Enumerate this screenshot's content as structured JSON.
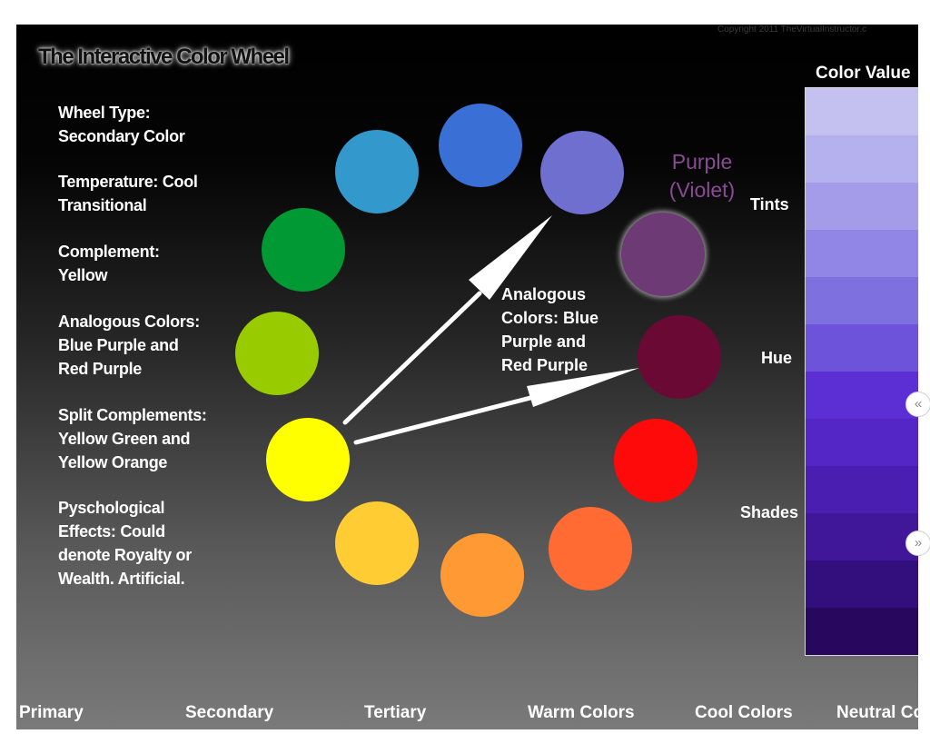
{
  "copyright": "Copyright 2011 TheVirtualInstructor.c",
  "title": "The Interactive Color Wheel",
  "info": {
    "wheel_type": [
      "Wheel Type:",
      "Secondary Color"
    ],
    "temperature": [
      "Temperature: Cool",
      "Transitional"
    ],
    "complement": [
      "Complement:",
      "Yellow"
    ],
    "analogous": [
      "Analogous Colors:",
      "Blue Purple and",
      "Red Purple"
    ],
    "split": [
      "Split Complements:",
      "Yellow Green and",
      "Yellow Orange"
    ],
    "psych": [
      "Pyschological",
      "Effects: Could",
      "denote Royalty or",
      "Wealth.  Artificial."
    ]
  },
  "wheel": {
    "colors": {
      "blue": "#3a6fd6",
      "blue_purple": "#6f6fd0",
      "purple": "#6e3a75",
      "red_purple": "#6a0a34",
      "red": "#ff0a0a",
      "red_orange": "#ff6b33",
      "orange": "#ff9933",
      "yellow_orange": "#ffcc33",
      "yellow": "#ffff00",
      "yellow_green": "#99cc00",
      "green": "#009933",
      "blue_green": "#3399cc"
    },
    "selected_label": [
      "Purple",
      "(Violet)"
    ],
    "analogous_label": [
      "Analogous",
      "Colors: Blue",
      "Purple and",
      "Red Purple"
    ]
  },
  "color_value": {
    "title": "Color Value",
    "tints": "Tints",
    "hue": "Hue",
    "shades": "Shades",
    "swatches": [
      "#c4c0ef",
      "#b5b0ee",
      "#a49ce9",
      "#9186e6",
      "#7f70e0",
      "#6d53d9",
      "#5b2fd4",
      "#5426c6",
      "#4a1eb0",
      "#3f1798",
      "#330f7d",
      "#28085f"
    ]
  },
  "nav": {
    "prev": "«",
    "next": "»"
  },
  "tabs": [
    "Primary",
    "Secondary",
    "Tertiary",
    "Warm Colors",
    "Cool Colors",
    "Neutral Co"
  ]
}
